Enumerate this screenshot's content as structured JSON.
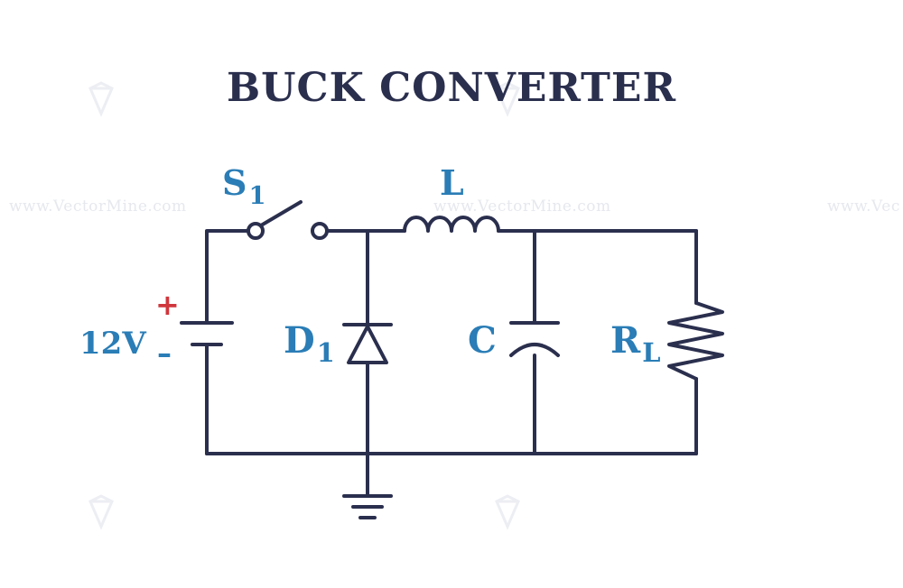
{
  "title": "BUCK CONVERTER",
  "labels": {
    "switch": "S",
    "switch_sub": "1",
    "inductor": "L",
    "source": "12V",
    "diode": "D",
    "diode_sub": "1",
    "capacitor": "C",
    "load": "R",
    "load_sub": "L",
    "plus": "+",
    "minus": "–"
  },
  "watermark": {
    "text": "www.VectorMine.com",
    "text_partial": "www.Vec"
  },
  "colors": {
    "wire": "#2b2f4e",
    "title": "#2b2f4e",
    "label": "#2a7db6",
    "plus": "#d0363c",
    "minus": "#2a7db6",
    "watermark": "#e6e8ee"
  }
}
